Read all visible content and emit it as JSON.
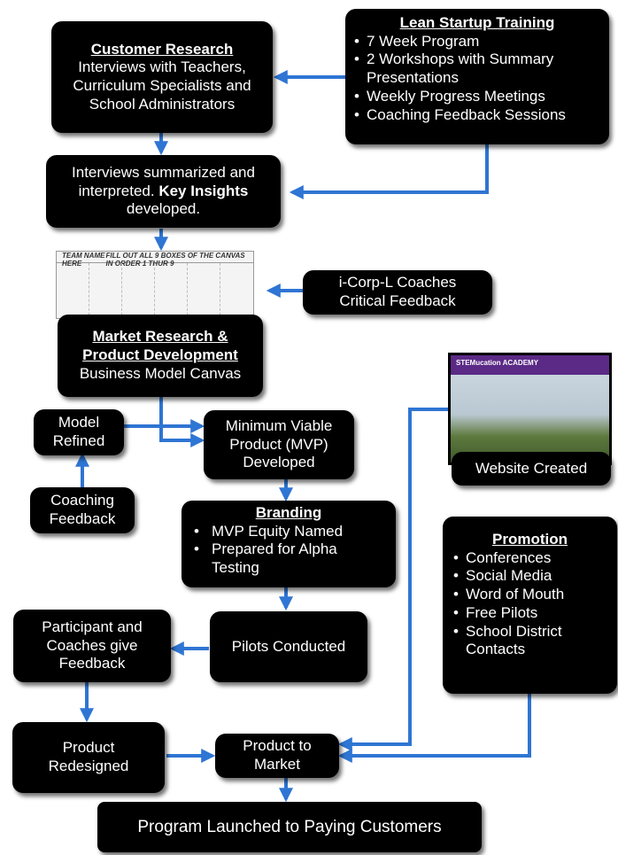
{
  "customer_research": {
    "title": "Customer Research",
    "body": "Interviews with Teachers, Curriculum Specialists and School Administrators"
  },
  "lean_startup": {
    "title": "Lean Startup Training",
    "items": [
      "7 Week Program",
      "2 Workshops with Summary Presentations",
      "Weekly Progress Meetings",
      "Coaching Feedback Sessions"
    ]
  },
  "interviews": {
    "part1": "Interviews  summarized and interpreted.",
    "bold": "Key Insights",
    "part2": "developed."
  },
  "canvas_image": {
    "team_label": "TEAM NAME HERE",
    "instruction": "FILL OUT ALL 9 BOXES OF THE CANVAS IN ORDER 1 THUR 9"
  },
  "icorp": {
    "line1": "i-Corp-L Coaches",
    "line2": "Critical Feedback"
  },
  "market_research": {
    "title1": "Market Research &",
    "title2": "Product Development",
    "body": "Business Model Canvas"
  },
  "model_refined": {
    "label": "Model Refined"
  },
  "coaching_feedback": {
    "label": "Coaching Feedback"
  },
  "mvp": {
    "label": "Minimum Viable Product (MVP) Developed"
  },
  "branding": {
    "title": "Branding",
    "items": [
      "MVP Equity Named",
      "Prepared for Alpha Testing"
    ]
  },
  "website": {
    "label": "Website Created",
    "logo_text": "STEMucation ACADEMY"
  },
  "promotion": {
    "title": "Promotion",
    "items": [
      "Conferences",
      "Social Media",
      "Word of Mouth",
      "Free Pilots",
      "School District Contacts"
    ]
  },
  "participant": {
    "label": "Participant and Coaches give Feedback"
  },
  "pilots": {
    "label": "Pilots Conducted"
  },
  "redesigned": {
    "label": "Product Redesigned"
  },
  "product_market": {
    "label": "Product to Market"
  },
  "launched": {
    "label": "Program Launched to Paying Customers"
  },
  "colors": {
    "box": "#000000",
    "arrow": "#2f75d3",
    "text": "#ffffff"
  }
}
